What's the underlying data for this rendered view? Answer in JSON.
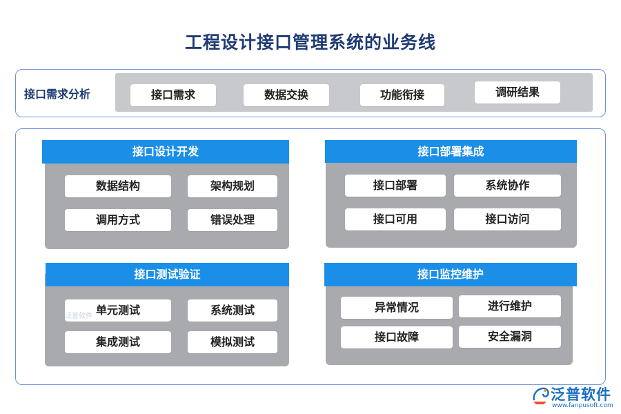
{
  "title": "工程设计接口管理系统的业务线",
  "requirement": {
    "label": "接口需求分析",
    "items": [
      "接口需求",
      "数据交换",
      "功能衔接",
      "调研结果"
    ]
  },
  "blocks": {
    "design": {
      "title": "接口设计开发",
      "items": [
        "数据结构",
        "架构规划",
        "调用方式",
        "错误处理"
      ]
    },
    "deploy": {
      "title": "接口部署集成",
      "items": [
        "接口部署",
        "系统协作",
        "接口可用",
        "接口访问"
      ]
    },
    "test": {
      "title": "接口测试验证",
      "items": [
        "单元测试",
        "系统测试",
        "集成测试",
        "模拟测试"
      ]
    },
    "monitor": {
      "title": "接口监控维护",
      "items": [
        "异常情况",
        "进行维护",
        "接口故障",
        "安全漏洞"
      ]
    }
  },
  "watermark": "泛普软件",
  "logo": {
    "name": "泛普软件",
    "url": "www.fanpusoft.com"
  },
  "colors": {
    "header": "#1b8fe8",
    "block": "#a9aaad",
    "border": "#6f8fd8",
    "title": "#1f3b73"
  }
}
